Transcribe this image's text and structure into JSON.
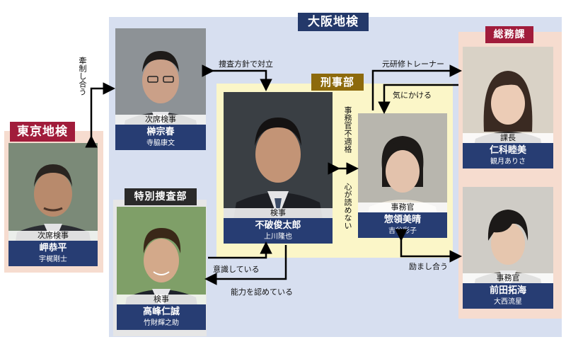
{
  "regions": {
    "osaka": "大阪地検",
    "tokyo": "東京地検",
    "keiji": "刑事部",
    "soumu": "総務課",
    "tokubetsu": "特別捜査部"
  },
  "people": {
    "sakaki": {
      "role": "次席検事",
      "name": "榊宗春",
      "actor": "寺脇康文"
    },
    "misaki": {
      "role": "次席検事",
      "name": "岬恭平",
      "actor": "宇梶剛士"
    },
    "fuwa": {
      "role": "検事",
      "name": "不破俊太郎",
      "actor": "上川隆也"
    },
    "sorya": {
      "role": "事務官",
      "name": "惣領美晴",
      "actor": "吉谷彩子"
    },
    "nishina": {
      "role": "課長",
      "name": "仁科睦美",
      "actor": "観月ありさ"
    },
    "maeda": {
      "role": "事務官",
      "name": "前田拓海",
      "actor": "大西流星"
    },
    "takamine": {
      "role": "検事",
      "name": "高峰仁誠",
      "actor": "竹財輝之助"
    }
  },
  "relations": {
    "sousahoushin": "捜査方針で対立",
    "kensei": "牽制し合う",
    "kenshu": "元研修トレーナー",
    "kinikakeru": "気にかける",
    "futekikaku": "事務官不適格",
    "kokoro": "心が読めない",
    "hagemashi": "励まし合う",
    "ishiki": "意識している",
    "nouryoku": "能力を認めている"
  },
  "colors": {
    "navy": "#273d73",
    "crimson": "#a11c3b",
    "gold": "#8d6a0c",
    "osaka_bg": "#d7dff0",
    "peach_bg": "#f6dccf",
    "yellow_bg": "#fbf6c8"
  }
}
